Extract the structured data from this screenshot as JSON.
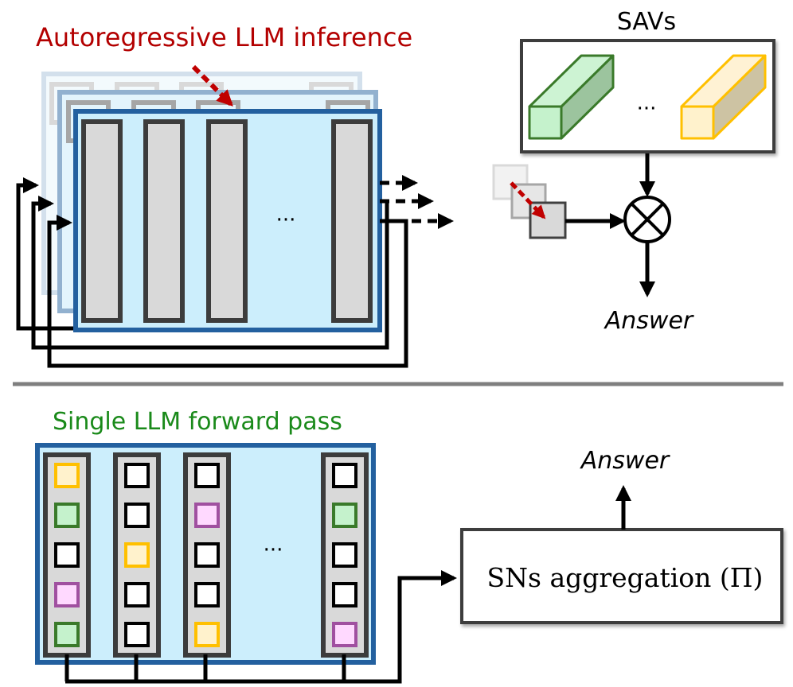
{
  "top": {
    "title": "Autoregressive LLM inference",
    "title_color": "#b30000",
    "ellipsis": "···",
    "savs": {
      "title": "SAVs",
      "ellipsis": "···",
      "vectors": [
        {
          "name": "green-vector",
          "stroke": "#3a7a2a",
          "front": "#c5f2cc",
          "side": "#9cc49e"
        },
        {
          "name": "yellow-vector",
          "stroke": "#ffc000",
          "front": "#fff2cc",
          "side": "#cdc3a3"
        }
      ]
    },
    "answer_label": "Answer"
  },
  "bottom": {
    "title": "Single LLM forward pass",
    "title_color": "#1a8a1a",
    "ellipsis": "···",
    "columns": [
      [
        "yellow",
        "green",
        "white",
        "pink",
        "green"
      ],
      [
        "white",
        "white",
        "yellow",
        "white",
        "white"
      ],
      [
        "white",
        "pink",
        "white",
        "white",
        "yellow"
      ],
      [
        "white",
        "green",
        "white",
        "white",
        "pink"
      ]
    ],
    "cell_colors": {
      "yellow": {
        "fill": "#fff2cc",
        "stroke": "#ffc000"
      },
      "green": {
        "fill": "#c5f2cc",
        "stroke": "#3a7a2a"
      },
      "pink": {
        "fill": "#ffd9ff",
        "stroke": "#a050a0"
      },
      "white": {
        "fill": "#ffffff",
        "stroke": "#000000"
      }
    },
    "aggregation_label": "SNs aggregation (Π)",
    "answer_label": "Answer"
  },
  "colors": {
    "layer_fill": "#cceefc",
    "layer_stroke": "#23609f",
    "block_fill": "#d9d9d9",
    "block_stroke": "#3c3c3c",
    "divider": "#7f7f7f",
    "red_arrow": "#c00000"
  }
}
